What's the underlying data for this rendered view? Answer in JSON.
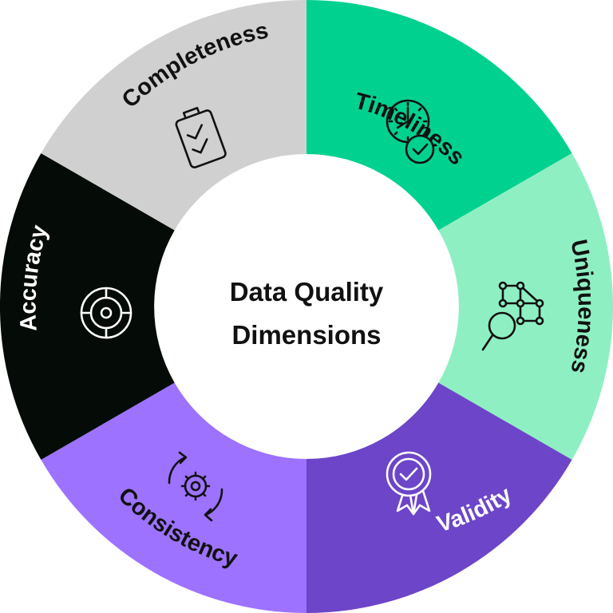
{
  "title_lines": [
    "Data Quality",
    "Dimensions"
  ],
  "segments": [
    {
      "label": "Timeliness",
      "icon": "clock-icon",
      "fill": "#00d18f",
      "text_color": "#111111"
    },
    {
      "label": "Uniqueness",
      "icon": "network-search-icon",
      "fill": "#8ef0c2",
      "text_color": "#111111"
    },
    {
      "label": "Validity",
      "icon": "badge-check-icon",
      "fill": "#6d45c8",
      "text_color": "#ffffff"
    },
    {
      "label": "Consistency",
      "icon": "gear-cycle-icon",
      "fill": "#9d72ff",
      "text_color": "#111111"
    },
    {
      "label": "Accuracy",
      "icon": "target-icon",
      "fill": "#050b07",
      "text_color": "#ffffff"
    },
    {
      "label": "Completeness",
      "icon": "clipboard-check-icon",
      "fill": "#d0d0d0",
      "text_color": "#111111"
    }
  ],
  "colors": {
    "center": "#ffffff",
    "title": "#111111"
  }
}
